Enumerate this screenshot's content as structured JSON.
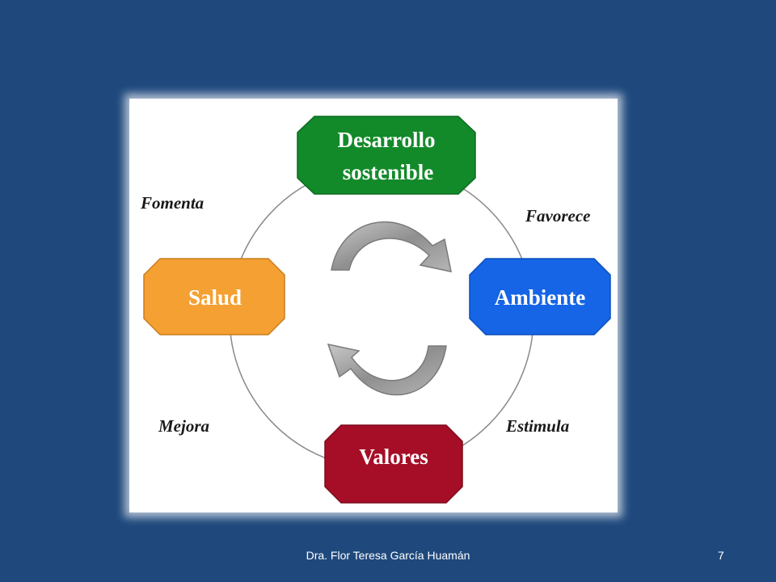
{
  "diagram": {
    "nodes": {
      "top": {
        "line1": "Desarrollo",
        "line2": "sostenible",
        "color": "#138a2a"
      },
      "left": {
        "label": "Salud",
        "color": "#f4a033"
      },
      "right": {
        "label": "Ambiente",
        "color": "#1565e6"
      },
      "bottom": {
        "label": "Valores",
        "color": "#a50e26"
      }
    },
    "edges": {
      "top_left": "Fomenta",
      "top_right": "Favorece",
      "bottom_left": "Mejora",
      "bottom_right": "Estimula"
    },
    "cycle_icons": [
      "curved-arrow-right-icon",
      "curved-arrow-left-icon"
    ]
  },
  "footer": {
    "author": "Dra. Flor Teresa García Huamán",
    "page_number": "7"
  }
}
